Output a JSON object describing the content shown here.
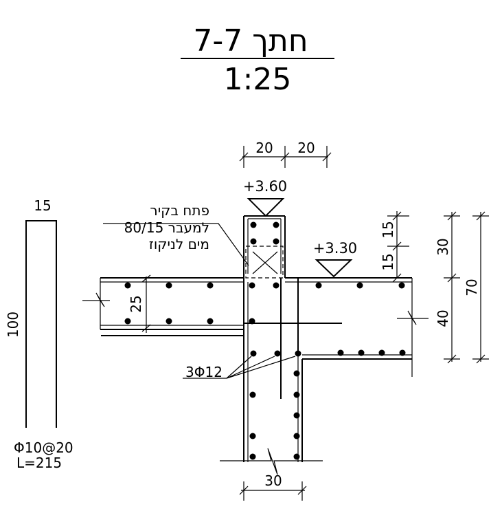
{
  "title": {
    "section": "חתך 7-7",
    "scale": "1:25"
  },
  "dimensions": {
    "top_left": "20",
    "top_right": "20",
    "wall_thickness": "25",
    "upper_small_1": "15",
    "upper_small_2": "15",
    "right_30": "30",
    "right_40": "40",
    "right_70": "70",
    "bottom": "30"
  },
  "levels": {
    "top": "+3.60",
    "mid": "+3.30"
  },
  "note": {
    "line1": "פתח בקיר",
    "line2": "80/15 למעבר",
    "line3": "מים לניקוז"
  },
  "rebar_callout": "3Φ12",
  "stirrup": {
    "width": "15",
    "height": "100",
    "spec": "Φ10@20",
    "length": "L=215"
  }
}
